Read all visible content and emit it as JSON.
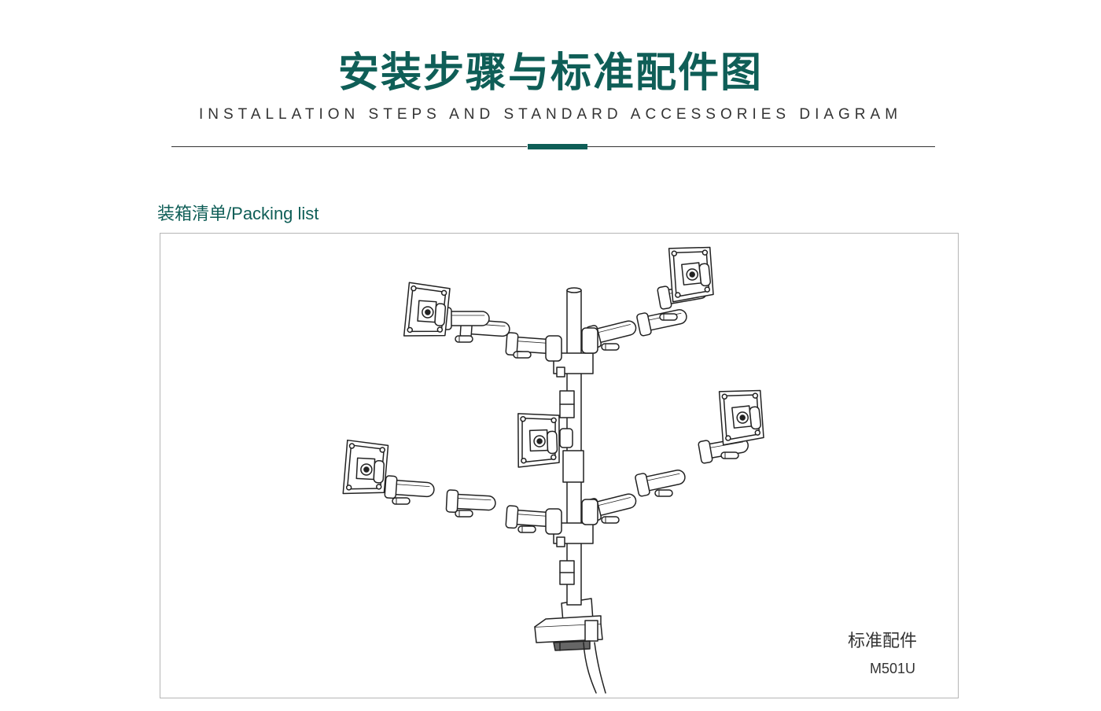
{
  "colors": {
    "accent": "#0f5e57",
    "line": "#333333",
    "panel_border": "#b5b5b5"
  },
  "header": {
    "title": "安装步骤与标准配件图",
    "subtitle": "INSTALLATION STEPS AND STANDARD ACCESSORIES DIAGRAM"
  },
  "section": {
    "label_cn": "装箱清单",
    "label_sep": "/",
    "label_en": "Packing list"
  },
  "figure": {
    "subject": "five-monitor desk mount with clamp base",
    "caption_cn": "标准配件",
    "model": "M501U"
  }
}
